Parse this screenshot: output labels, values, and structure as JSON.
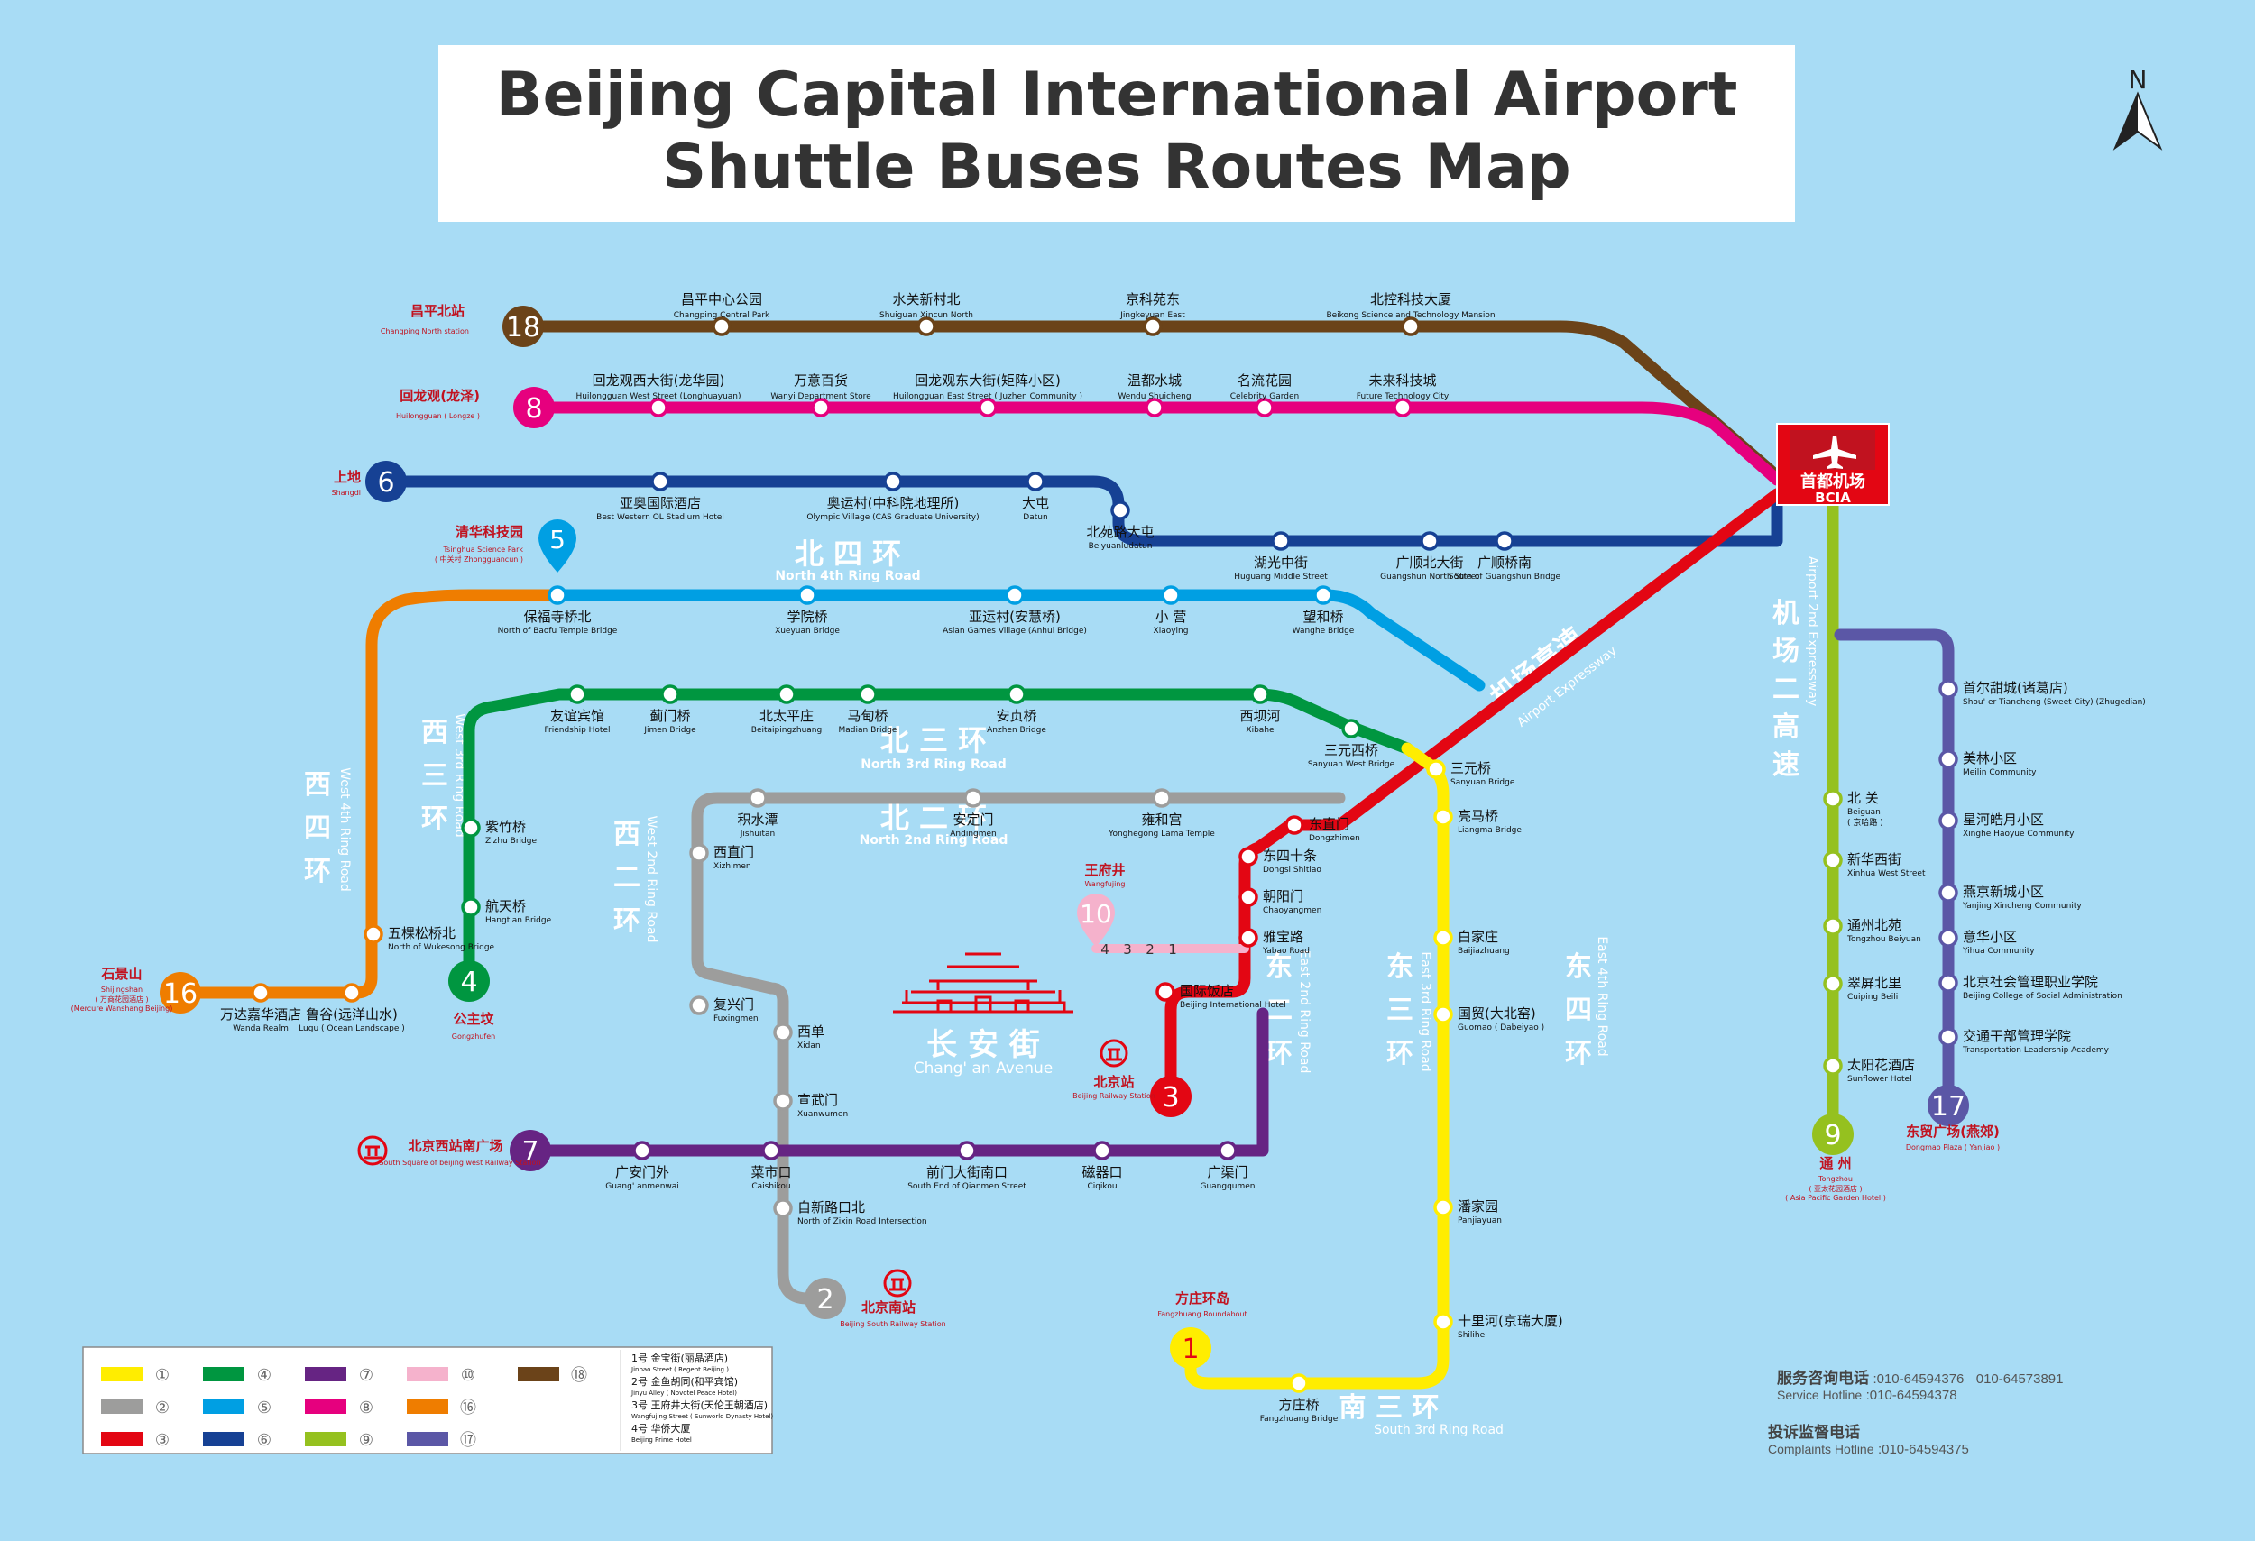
{
  "title": {
    "line1": "Beijing Capital International Airport",
    "line2": "Shuttle Buses Routes Map"
  },
  "compass": {
    "label": "N"
  },
  "airport": {
    "zh": "首都机场",
    "en": "BCIA"
  },
  "colors": {
    "water": "#a8dcf5",
    "ring_text": "#ffffff",
    "l1": "#ffed00",
    "l2": "#9d9d9c",
    "l3": "#e30613",
    "l4": "#009640",
    "l5": "#009fe3",
    "l6": "#164194",
    "l7": "#662483",
    "l8": "#e6007e",
    "l9": "#95c11f",
    "l10": "#f5b2cc",
    "l16": "#ef7d00",
    "l17": "#5b57a6",
    "l18": "#6b4319",
    "terminal_red": "#c1121f"
  },
  "rings": [
    {
      "zh": "北 四 环",
      "en": "North 4th Ring Road"
    },
    {
      "zh": "北 三 环",
      "en": "North 3rd Ring Road"
    },
    {
      "zh": "北 二 环",
      "en": "North 2nd Ring Road"
    },
    {
      "zh": "西 四 环",
      "en": "West 4th Ring Road"
    },
    {
      "zh": "西 三 环",
      "en": "West 3rd Ring Road"
    },
    {
      "zh": "西 二 环",
      "en": "West 2nd Ring Road"
    },
    {
      "zh": "东 二 环",
      "en": "East 2nd Ring Road"
    },
    {
      "zh": "东 三 环",
      "en": "East 3rd Ring Road"
    },
    {
      "zh": "东 四 环",
      "en": "East 4th Ring Road"
    },
    {
      "zh": "南 三 环",
      "en": "South 3rd Ring Road"
    },
    {
      "zh": "机场高速",
      "en": "Airport Expressway"
    },
    {
      "zh": "机场二高速",
      "en": "Airport 2nd Expressway"
    }
  ],
  "landmark": {
    "zh": "长 安 街",
    "en": "Chang' an Avenue"
  },
  "routes": [
    {
      "id": "18",
      "color": "#6b4319",
      "term_zh": "昌平北站",
      "term_en": "Changping North station",
      "stops": [
        {
          "zh": "昌平中心公园",
          "en": "Changping Central Park"
        },
        {
          "zh": "水关新村北",
          "en": "Shuiguan Xincun North"
        },
        {
          "zh": "京科苑东",
          "en": "Jingkeyuan East"
        },
        {
          "zh": "北控科技大厦",
          "en": "Beikong Science and Technology Mansion"
        }
      ]
    },
    {
      "id": "8",
      "color": "#e6007e",
      "term_zh": "回龙观(龙泽)",
      "term_en": "Huilongguan ( Longze )",
      "stops": [
        {
          "zh": "回龙观西大街(龙华园)",
          "en": "Huilongguan West Street (Longhuayuan)"
        },
        {
          "zh": "万意百货",
          "en": "Wanyi Department Store"
        },
        {
          "zh": "回龙观东大街(矩阵小区)",
          "en": "Huilongguan East Street ( Juzhen Community )"
        },
        {
          "zh": "温都水城",
          "en": "Wendu Shuicheng"
        },
        {
          "zh": "名流花园",
          "en": "Celebrity Garden"
        },
        {
          "zh": "未来科技城",
          "en": "Future Technology City"
        }
      ]
    },
    {
      "id": "6",
      "color": "#164194",
      "term_zh": "上地",
      "term_en": "Shangdi",
      "stops": [
        {
          "zh": "亚奥国际酒店",
          "en": "Best Western OL Stadium Hotel"
        },
        {
          "zh": "奥运村(中科院地理所)",
          "en": "Olympic Village (CAS Graduate University)"
        },
        {
          "zh": "大屯",
          "en": "Datun"
        },
        {
          "zh": "北苑路大屯",
          "en": "Beiyuanludatun"
        },
        {
          "zh": "湖光中街",
          "en": "Huguang Middle Street"
        },
        {
          "zh": "广顺北大街",
          "en": "Guangshun North Street"
        },
        {
          "zh": "广顺桥南",
          "en": "South of Guangshun Bridge"
        }
      ]
    },
    {
      "id": "5",
      "color": "#009fe3",
      "term_zh": "清华科技园",
      "term_en": "Tsinghua Science Park",
      "term_sub": "( 中关村 Zhongguancun )",
      "stops": [
        {
          "zh": "保福寺桥北",
          "en": "North of Baofu Temple Bridge"
        },
        {
          "zh": "学院桥",
          "en": "Xueyuan Bridge"
        },
        {
          "zh": "亚运村(安慧桥)",
          "en": "Asian Games Village (Anhui Bridge)"
        },
        {
          "zh": "小 营",
          "en": "Xiaoying"
        },
        {
          "zh": "望和桥",
          "en": "Wanghe Bridge"
        }
      ]
    },
    {
      "id": "4",
      "color": "#009640",
      "term_zh": "公主坟",
      "term_en": "Gongzhufen",
      "stops": [
        {
          "zh": "友谊宾馆",
          "en": "Friendship Hotel"
        },
        {
          "zh": "蓟门桥",
          "en": "Jimen Bridge"
        },
        {
          "zh": "北太平庄",
          "en": "Beitaipingzhuang"
        },
        {
          "zh": "马甸桥",
          "en": "Madian Bridge"
        },
        {
          "zh": "安贞桥",
          "en": "Anzhen Bridge"
        },
        {
          "zh": "西坝河",
          "en": "Xibahe"
        },
        {
          "zh": "三元西桥",
          "en": "Sanyuan West Bridge"
        },
        {
          "zh": "紫竹桥",
          "en": "Zizhu Bridge"
        },
        {
          "zh": "航天桥",
          "en": "Hangtian Bridge"
        }
      ]
    },
    {
      "id": "16",
      "color": "#ef7d00",
      "term_zh": "石景山",
      "term_en": "Shijingshan",
      "term_sub": "( 万商花园酒店 )",
      "term_sub2": "(Mercure Wanshang Beijing)",
      "stops": [
        {
          "zh": "万达嘉华酒店",
          "en": "Wanda Realm"
        },
        {
          "zh": "鲁谷(远洋山水)",
          "en": "Lugu ( Ocean Landscape )"
        },
        {
          "zh": "五棵松桥北",
          "en": "North of Wukesong Bridge"
        }
      ]
    },
    {
      "id": "2",
      "color": "#9d9d9c",
      "term_zh": "北京南站",
      "term_en": "Beijing South Railway Station",
      "stops": [
        {
          "zh": "积水潭",
          "en": "Jishuitan"
        },
        {
          "zh": "安定门",
          "en": "Andingmen"
        },
        {
          "zh": "雍和宫",
          "en": "Yonghegong Lama Temple"
        },
        {
          "zh": "西直门",
          "en": "Xizhimen"
        },
        {
          "zh": "复兴门",
          "en": "Fuxingmen"
        },
        {
          "zh": "西单",
          "en": "Xidan"
        },
        {
          "zh": "宣武门",
          "en": "Xuanwumen"
        },
        {
          "zh": "自新路口北",
          "en": "North of Zixin Road Intersection"
        }
      ]
    },
    {
      "id": "7",
      "color": "#662483",
      "term_zh": "北京西站南广场",
      "term_en": "South Square of beijing west Railway Station",
      "stops": [
        {
          "zh": "广安门外",
          "en": "Guang' anmenwai"
        },
        {
          "zh": "菜市口",
          "en": "Caishikou"
        },
        {
          "zh": "前门大街南口",
          "en": "South End of Qianmen Street"
        },
        {
          "zh": "磁器口",
          "en": "Ciqikou"
        },
        {
          "zh": "广渠门",
          "en": "Guangqumen"
        }
      ]
    },
    {
      "id": "3",
      "color": "#e30613",
      "term_zh": "北京站",
      "term_en": "Beijing Railway Station",
      "stops": [
        {
          "zh": "东直门",
          "en": "Dongzhimen"
        },
        {
          "zh": "东四十条",
          "en": "Dongsi Shitiao"
        },
        {
          "zh": "朝阳门",
          "en": "Chaoyangmen"
        },
        {
          "zh": "雅宝路",
          "en": "Yabao Road"
        },
        {
          "zh": "国际饭店",
          "en": "Beijing International Hotel"
        }
      ]
    },
    {
      "id": "10",
      "color": "#f5b2cc",
      "term_zh": "王府井",
      "term_en": "Wangfujing",
      "stops": [
        {
          "zh": "4",
          "en": ""
        },
        {
          "zh": "3",
          "en": ""
        },
        {
          "zh": "2",
          "en": ""
        },
        {
          "zh": "1",
          "en": ""
        }
      ]
    },
    {
      "id": "1",
      "color": "#ffed00",
      "term_zh": "方庄环岛",
      "term_en": "Fangzhuang Roundabout",
      "stops": [
        {
          "zh": "三元桥",
          "en": "Sanyuan Bridge"
        },
        {
          "zh": "亮马桥",
          "en": "Liangma Bridge"
        },
        {
          "zh": "白家庄",
          "en": "Baijiazhuang"
        },
        {
          "zh": "国贸(大北窑)",
          "en": "Guomao ( Dabeiyao )"
        },
        {
          "zh": "潘家园",
          "en": "Panjiayuan"
        },
        {
          "zh": "十里河(京瑞大厦)",
          "en": "Shilihe"
        },
        {
          "zh": "方庄桥",
          "en": "Fangzhuang Bridge"
        }
      ]
    },
    {
      "id": "9",
      "color": "#95c11f",
      "term_zh": "通 州",
      "term_en": "Tongzhou",
      "term_sub": "( 亚太花园酒店 )",
      "term_sub2": "( Asia Pacific Garden Hotel )",
      "stops": [
        {
          "zh": "北 关",
          "en": "Beiguan",
          "en2": "( 京哈路 )"
        },
        {
          "zh": "新华西街",
          "en": "Xinhua West Street"
        },
        {
          "zh": "通州北苑",
          "en": "Tongzhou Beiyuan"
        },
        {
          "zh": "翠屏北里",
          "en": "Cuiping Beili"
        },
        {
          "zh": "太阳花酒店",
          "en": "Sunflower Hotel"
        }
      ]
    },
    {
      "id": "17",
      "color": "#5b57a6",
      "term_zh": "东贸广场(燕郊)",
      "term_en": "Dongmao Plaza ( Yanjiao )",
      "stops": [
        {
          "zh": "首尔甜城(诸葛店)",
          "en": "Shou' er Tiancheng (Sweet City) (Zhugedian)"
        },
        {
          "zh": "美林小区",
          "en": "Meilin Community"
        },
        {
          "zh": "星河皓月小区",
          "en": "Xinghe Haoyue Community"
        },
        {
          "zh": "燕京新城小区",
          "en": "Yanjing Xincheng Community"
        },
        {
          "zh": "意华小区",
          "en": "Yihua Community"
        },
        {
          "zh": "北京社会管理职业学院",
          "en": "Beijing College of Social Administration"
        },
        {
          "zh": "交通干部管理学院",
          "en": "Transportation Leadership Academy"
        }
      ]
    }
  ],
  "legend": {
    "items": [
      {
        "num": "①",
        "color": "#ffed00"
      },
      {
        "num": "④",
        "color": "#009640"
      },
      {
        "num": "⑦",
        "color": "#662483"
      },
      {
        "num": "⑩",
        "color": "#f5b2cc"
      },
      {
        "num": "⑱",
        "color": "#6b4319"
      },
      {
        "num": "②",
        "color": "#9d9d9c"
      },
      {
        "num": "⑤",
        "color": "#009fe3"
      },
      {
        "num": "⑧",
        "color": "#e6007e"
      },
      {
        "num": "⑯",
        "color": "#ef7d00"
      },
      {
        "num": "③",
        "color": "#e30613"
      },
      {
        "num": "⑥",
        "color": "#164194"
      },
      {
        "num": "⑨",
        "color": "#95c11f"
      },
      {
        "num": "⑰",
        "color": "#5b57a6"
      }
    ],
    "stops": [
      {
        "zh": "1号 金宝街(丽晶酒店)",
        "en": "Jinbao Street ( Regent Beijing )"
      },
      {
        "zh": "2号 金鱼胡同(和平宾馆)",
        "en": "Jinyu Alley ( Novotel Peace Hotel)"
      },
      {
        "zh": "3号 王府井大街(天伦王朝酒店)",
        "en": "Wangfujing Street ( Sunworld Dynasty Hotel)"
      },
      {
        "zh": "4号 华侨大厦",
        "en": "Beijing Prime Hotel"
      }
    ]
  },
  "hotline": {
    "service_zh": "服务咨询电话",
    "service_en": "Service Hotline",
    "service_nums1": ":010-64594376",
    "service_nums2": "010-64573891",
    "service_nums3": ":010-64594378",
    "complaint_zh": "投诉监督电话",
    "complaint_en": "Complaints Hotline",
    "complaint_num": ":010-64594375"
  }
}
